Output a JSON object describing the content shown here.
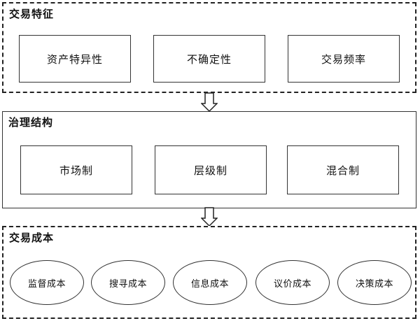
{
  "features": {
    "title": "交易特征",
    "items": [
      "资产特异性",
      "不确定性",
      "交易频率"
    ]
  },
  "governance": {
    "title": "治理结构",
    "items": [
      "市场制",
      "层级制",
      "混合制"
    ]
  },
  "costs": {
    "title": "交易成本",
    "items": [
      "监督成本",
      "搜寻成本",
      "信息成本",
      "议价成本",
      "决策成本"
    ]
  }
}
